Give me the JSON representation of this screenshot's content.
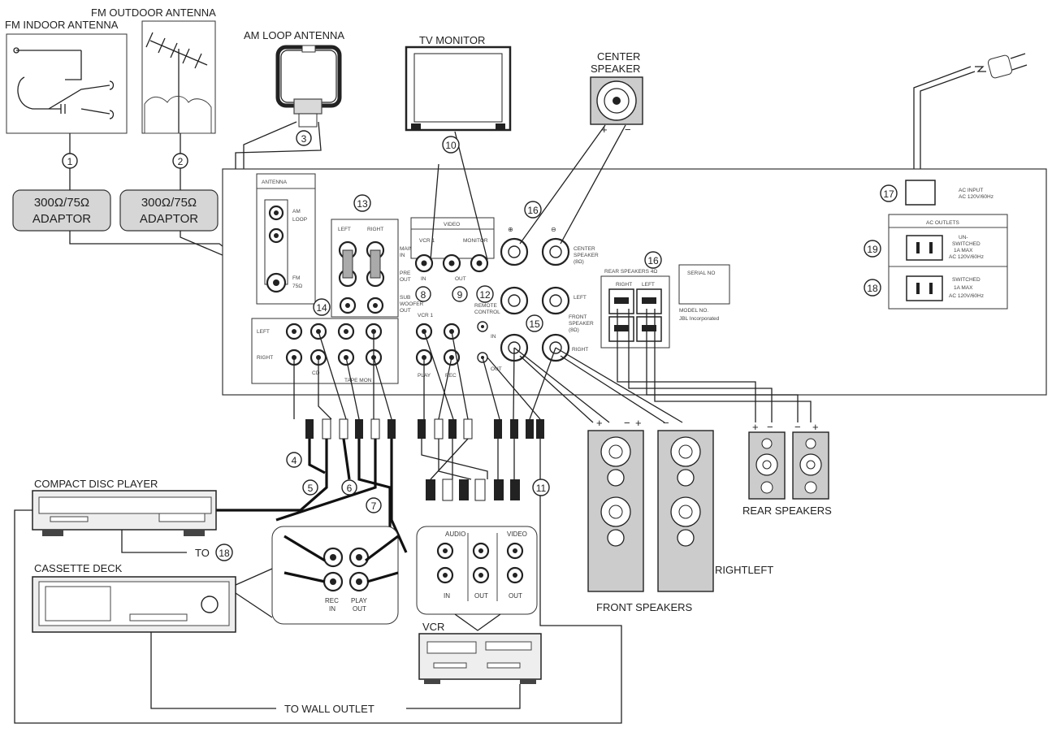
{
  "labels": {
    "fm_indoor_antenna": "FM INDOOR ANTENNA",
    "fm_outdoor_antenna": "FM OUTDOOR ANTENNA",
    "am_loop_antenna": "AM LOOP ANTENNA",
    "tv_monitor": "TV MONITOR",
    "center_speaker_line1": "CENTER",
    "center_speaker_line2": "SPEAKER",
    "adaptor_1_line1": "300Ω/75Ω",
    "adaptor_1_line2": "ADAPTOR",
    "adaptor_2_line1": "300Ω/75Ω",
    "adaptor_2_line2": "ADAPTOR",
    "compact_disc_player": "COMPACT DISC PLAYER",
    "cassette_deck": "CASSETTE DECK",
    "vcr": "VCR",
    "rear_speakers": "REAR SPEAKERS",
    "front_speakers": "FRONT SPEAKERS",
    "right_left": "RIGHTLEFT",
    "to_18": "TO",
    "to_wall_outlet": "TO WALL OUTLET"
  },
  "callouts": [
    "1",
    "2",
    "3",
    "4",
    "5",
    "6",
    "7",
    "8",
    "9",
    "10",
    "11",
    "12",
    "13",
    "14",
    "15",
    "16",
    "16",
    "17",
    "18",
    "19",
    "18"
  ],
  "panel": {
    "antenna": "ANTENNA",
    "am_line1": "AM",
    "am_line2": "LOOP",
    "fm_line1": "FM",
    "fm_line2": "75Ω",
    "left": "LEFT",
    "right": "RIGHT",
    "main_in_1": "MAIN",
    "main_in_2": "IN",
    "pre_out_1": "PRE",
    "pre_out_2": "OUT",
    "sub_1": "SUB",
    "sub_2": "WOOFER",
    "sub_3": "OUT",
    "video": "VIDEO",
    "vcr1": "VCR 1",
    "monitor": "MONITOR",
    "in": "IN",
    "out": "OUT",
    "vcr1_lower": "VCR 1",
    "play": "PLAY",
    "rec": "REC",
    "cd": "CD",
    "tape_mon": "TAPE MON",
    "remote": "REMOTE",
    "control": "CONTROL",
    "plus": "⊕",
    "minus": "⊖",
    "center_speaker_1": "CENTER",
    "center_speaker_2": "SPEAKER",
    "center_speaker_3": "(8Ω)",
    "front_left": "LEFT",
    "front_speaker_1": "FRONT",
    "front_speaker_2": "SPEAKER",
    "front_speaker_3": "(8Ω)",
    "front_right": "RIGHT",
    "rear_speakers_4ohm": "REAR SPEAKERS 4Ω",
    "rear_right": "RIGHT",
    "rear_left": "LEFT",
    "serial_no": "SERIAL NO",
    "ac_input_1": "AC INPUT",
    "ac_input_2": "AC 120V/60Hz",
    "ac_outlets": "AC OUTLETS",
    "unswitched_1": "UN-",
    "unswitched_2": "SWITCHED",
    "unswitched_3": "1A MAX",
    "unswitched_4": "AC 120V/60Hz",
    "switched_1": "SWITCHED",
    "switched_2": "1A MAX",
    "switched_3": "AC 120V/60Hz",
    "model_no": "MODEL NO.",
    "manufacturer": "JBL Incorporated"
  },
  "cassette_labels": {
    "rec_in_1": "REC",
    "rec_in_2": "IN",
    "play_out_1": "PLAY",
    "play_out_2": "OUT"
  },
  "vcr_panel": {
    "audio": "AUDIO",
    "video": "VIDEO",
    "in": "IN",
    "out": "OUT",
    "out2": "OUT"
  },
  "speaker_polarity": {
    "plus": "+",
    "minus": "−"
  }
}
